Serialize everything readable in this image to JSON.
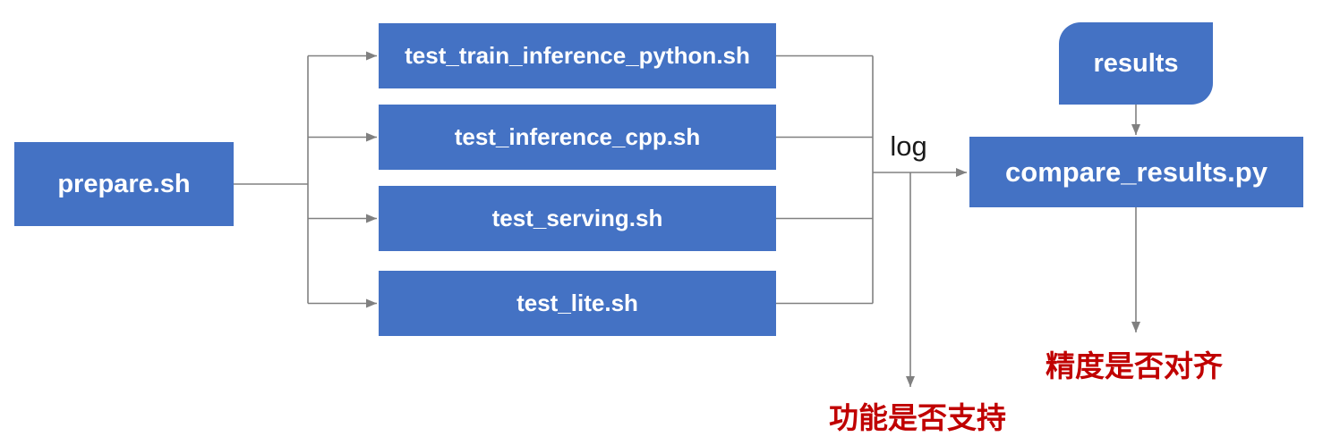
{
  "diagram": {
    "nodes": {
      "prepare": {
        "label": "prepare.sh"
      },
      "tests": [
        {
          "label": "test_train_inference_python.sh"
        },
        {
          "label": "test_inference_cpp.sh"
        },
        {
          "label": "test_serving.sh"
        },
        {
          "label": "test_lite.sh"
        }
      ],
      "results": {
        "label": "results"
      },
      "compare": {
        "label": "compare_results.py"
      }
    },
    "edge_labels": {
      "log": "log"
    },
    "outcomes": {
      "function_support": "功能是否支持",
      "accuracy_alignment": "精度是否对齐"
    },
    "colors": {
      "node_fill": "#4472C4",
      "node_text": "#FFFFFF",
      "connector": "#808080",
      "outcome_text": "#C00000",
      "edge_label_text": "#1A1A1A"
    }
  }
}
